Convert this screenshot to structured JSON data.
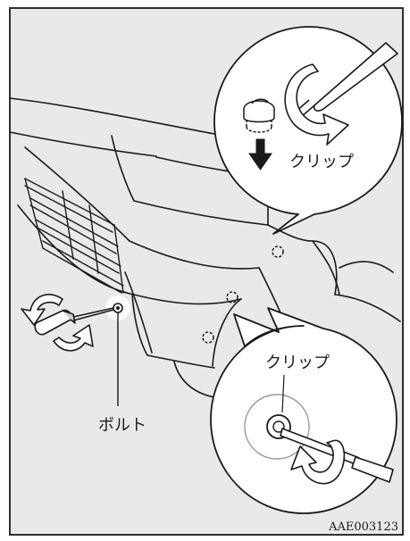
{
  "labels": {
    "clip_top": "クリップ",
    "clip_bottom": "クリップ",
    "bolt": "ボルト"
  },
  "figure_code": "AAE003123",
  "colors": {
    "background": "#e9e9e9",
    "frame": "#1a1a1a",
    "line": "#1a1a1a",
    "callout_fill": "#ffffff"
  },
  "icons": {
    "screwdriver": "screwdriver-icon",
    "rotation_arrow": "rotation-arrow-icon",
    "down_arrow": "down-arrow-icon",
    "clip": "clip-icon"
  }
}
